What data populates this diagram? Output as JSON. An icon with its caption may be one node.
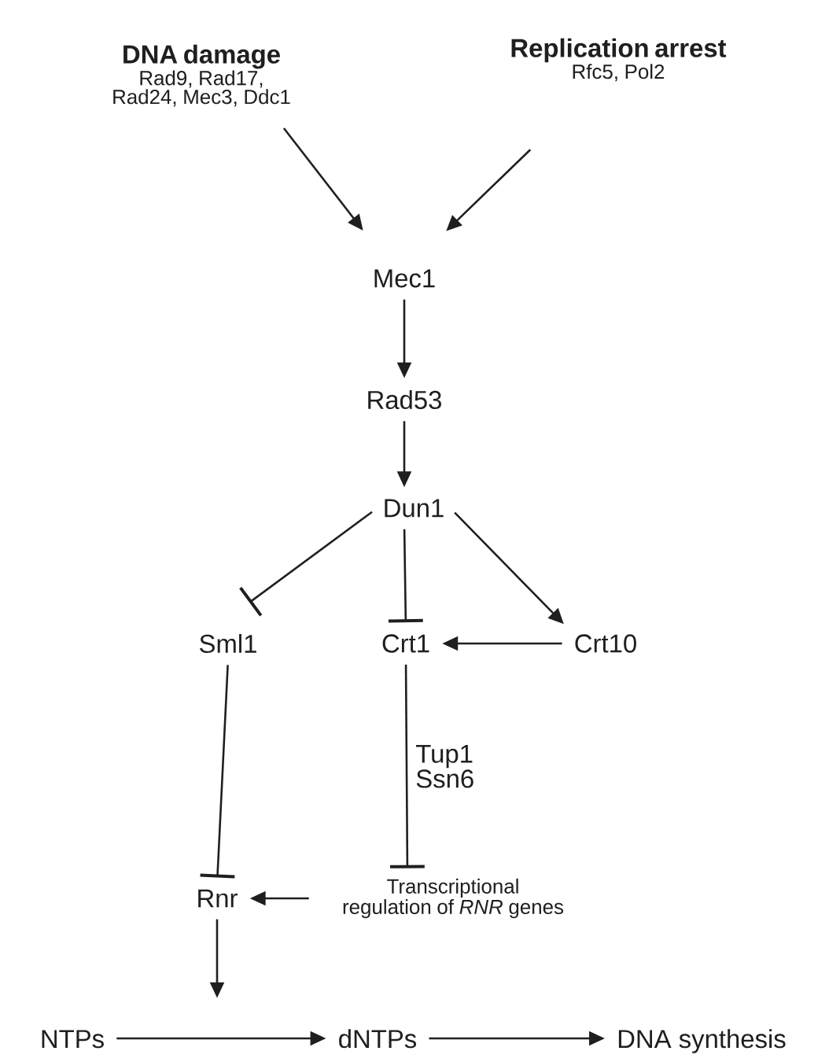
{
  "diagram": {
    "nodes": [
      {
        "text": [
          "DNA damage",
          "Rad9, Rad17, Rad24, Mec3, Ddc1"
        ]
      },
      {
        "text": [
          "Replication arrest",
          "Rfc5, Pol2"
        ]
      },
      {
        "text": [
          "Mec1"
        ]
      },
      {
        "text": [
          "Rad53"
        ]
      },
      {
        "text": [
          "Dun1"
        ]
      },
      {
        "text": [
          "Sml1"
        ]
      },
      {
        "text": [
          "Crt1"
        ]
      },
      {
        "text": [
          "Crt10"
        ]
      },
      {
        "text": [
          "Rnr"
        ]
      },
      {
        "text": [
          "Transcriptional regulation of *RNR* genes"
        ]
      },
      {
        "text": [
          "NTPs"
        ]
      },
      {
        "text": [
          "dNTPs"
        ]
      },
      {
        "text": [
          "DNA synthesis"
        ]
      }
    ],
    "edges": [
      {
        "from": 0,
        "to": 2,
        "arrow": "to"
      },
      {
        "from": 1,
        "to": 2,
        "arrow": "to"
      },
      {
        "from": 2,
        "to": 3,
        "arrow": "to"
      },
      {
        "from": 3,
        "to": 4,
        "arrow": "to"
      },
      {
        "from": 4,
        "to": 5,
        "arrow": "other"
      },
      {
        "from": 4,
        "to": 6,
        "arrow": "other"
      },
      {
        "from": 4,
        "to": 7,
        "arrow": "to"
      },
      {
        "from": 7,
        "to": 6,
        "arrow": "to"
      },
      {
        "from": 5,
        "to": 8,
        "arrow": "other"
      },
      {
        "from": 6,
        "to": 9,
        "arrow": "other",
        "label": "Tup1 Ssn6"
      },
      {
        "from": 9,
        "to": 8,
        "arrow": "to"
      },
      {
        "from": 8,
        "to": null,
        "arrow": "to"
      },
      {
        "from": 10,
        "to": 11,
        "arrow": "to"
      },
      {
        "from": 11,
        "to": 12,
        "arrow": "to"
      }
    ]
  }
}
